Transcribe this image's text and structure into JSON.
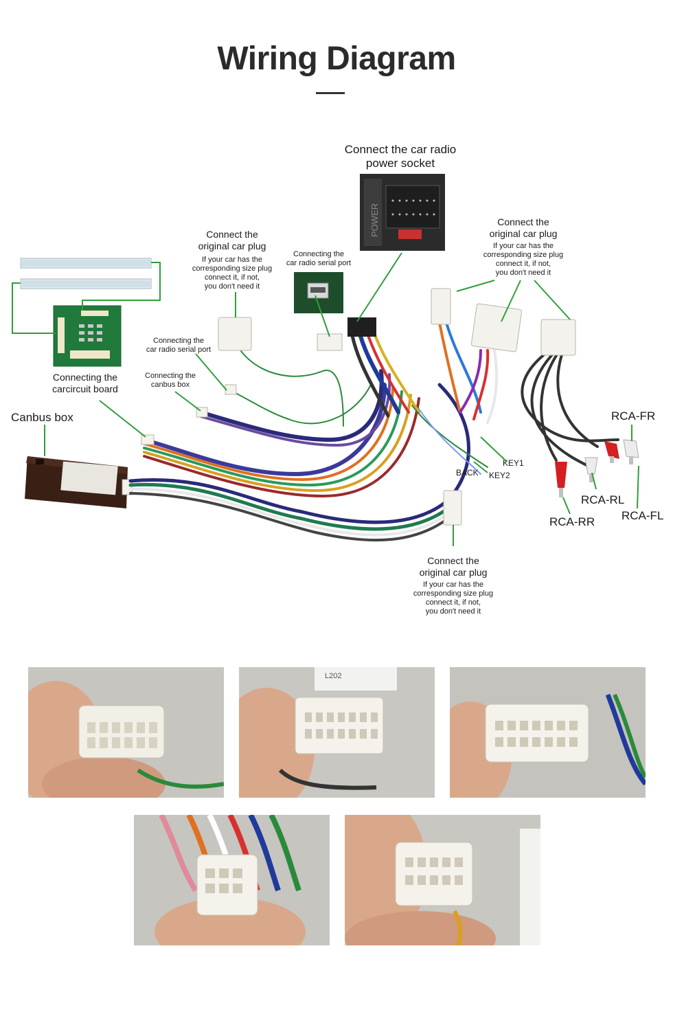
{
  "title": "Wiring Diagram",
  "labels": {
    "power_socket": "Connect the car radio\npower socket",
    "power_socket_text": "POWER",
    "orig_plug_left": "Connect the\noriginal car plug",
    "orig_plug_left_note": "If your car has the\ncorresponding size plug\nconnect it, if not,\nyou don't need it",
    "serial_port_top": "Connecting the\ncar radio serial port",
    "orig_plug_right": "Connect the\noriginal car plug",
    "orig_plug_right_note": "If your car has the\ncorresponding size plug\nconnect it, if not,\nyou don't need it",
    "serial_port_left": "Connecting the\ncar radio serial port",
    "canbus_box_conn": "Connecting the\ncanbus box",
    "carcircuit_board": "Connecting the\ncarcircuit board",
    "canbus_box": "Canbus box",
    "key1": "KEY1",
    "key2": "KEY2",
    "back": "BACK",
    "rca_fr": "RCA-FR",
    "rca_rl": "RCA-RL",
    "rca_rr": "RCA-RR",
    "rca_fl": "RCA-FL",
    "orig_plug_bottom": "Connect the\noriginal car plug",
    "orig_plug_bottom_note": "If your car has the\ncorresponding size plug\nconnect it, if not,\nyou don't need it"
  },
  "photo_label_text": "L202",
  "colors": {
    "leader_line": "#2e9e3a",
    "heading": "#2b2b2b",
    "board_green": "#1f7a3c",
    "canbus_box": "#3a1f14",
    "connector_white": "#f4f2ec",
    "rca_red": "#d42020"
  }
}
